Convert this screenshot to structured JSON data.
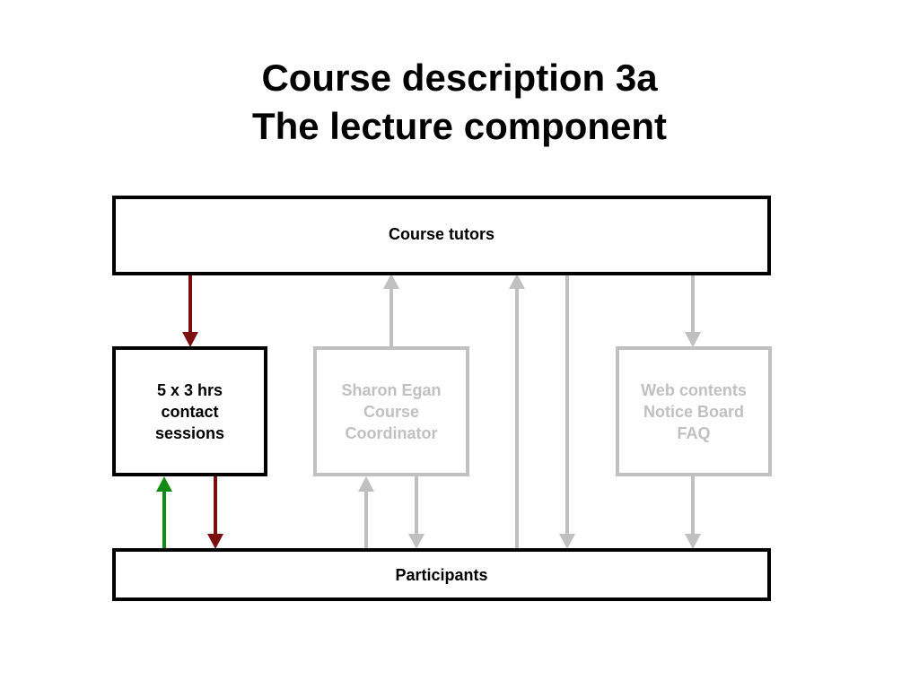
{
  "title": {
    "line1": "Course description 3a",
    "line2": "The lecture component"
  },
  "boxes": {
    "tutors": "Course tutors",
    "participants": "Participants",
    "contact": [
      "5 x 3 hrs",
      "contact",
      "sessions"
    ],
    "coordinator": [
      "Sharon Egan",
      "Course",
      "Coordinator"
    ],
    "web": [
      "Web contents",
      "Notice Board",
      "FAQ"
    ]
  },
  "colors": {
    "dark_border": "#000000",
    "light_border": "#c0c0c0",
    "dark_red_arrow": "#7b0e0e",
    "green_arrow": "#138a13",
    "grey_arrow": "#c0c0c0"
  }
}
